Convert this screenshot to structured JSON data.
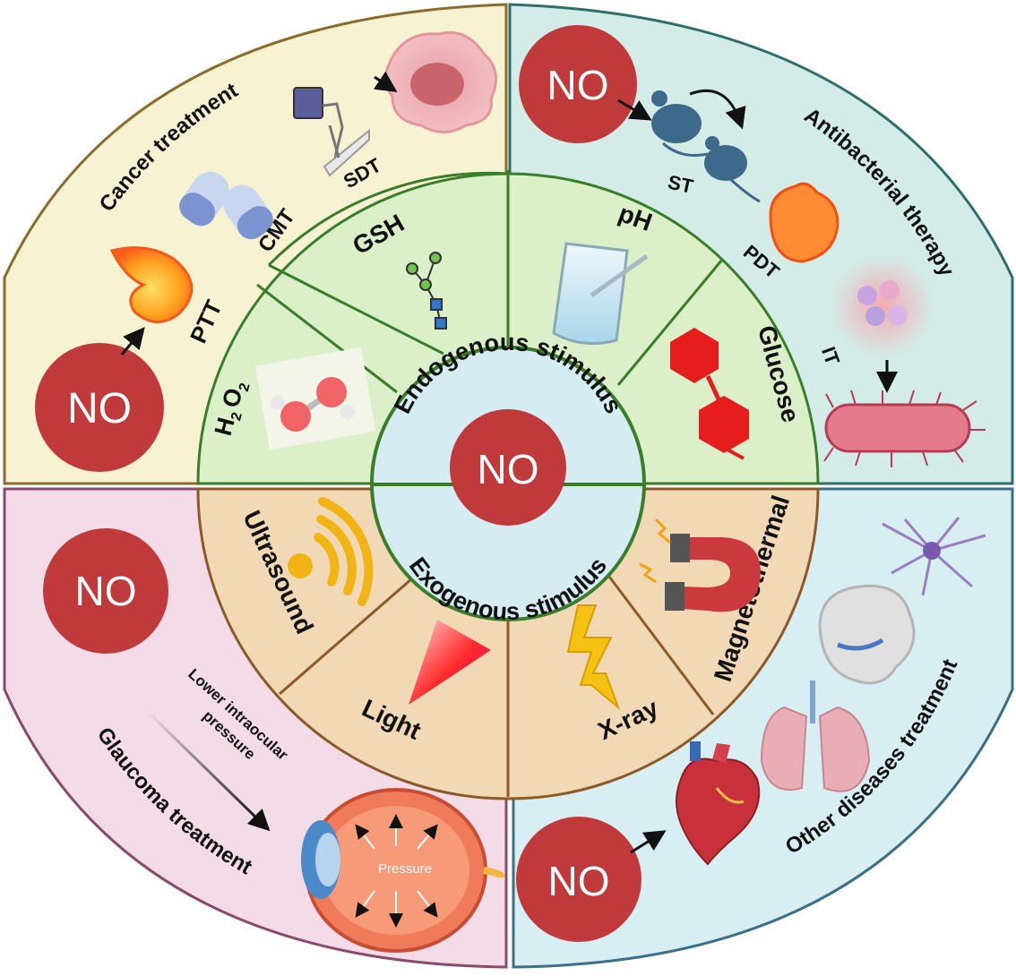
{
  "center": {
    "label": "NO"
  },
  "ring": {
    "endogenous": "Endogenous stimulus",
    "exogenous": "Exogenous stimulus"
  },
  "stimuli": {
    "h2o2": {
      "main": "H",
      "sub1": "2",
      "o": "O",
      "sub2": "2"
    },
    "gsh": "GSH",
    "ph": "pH",
    "glucose": "Glucose",
    "ultrasound": "Ultrasound",
    "light": "Light",
    "xray": "X-ray",
    "magnetothermal": "Magnetothermal"
  },
  "quadrants": {
    "cancer": {
      "title": "Cancer treatment",
      "no_label": "NO",
      "items": {
        "ptt": "PTT",
        "cmt": "CMT",
        "sdt": "SDT"
      }
    },
    "antibacterial": {
      "title": "Antibacterial therapy",
      "no_label": "NO",
      "items": {
        "st": "ST",
        "pdt": "PDT",
        "it": "IT"
      }
    },
    "glaucoma": {
      "title": "Glaucoma treatment",
      "no_label": "NO",
      "note_line1": "Lower intraocular",
      "note_line2": "pressure",
      "eye_label": "Pressure"
    },
    "other": {
      "title": "Other diseases treatment",
      "no_label": "NO"
    }
  },
  "colors": {
    "cancer_bg": "#f7f2d2",
    "cancer_border": "#8a6d2b",
    "antibacterial_bg": "#d3ece8",
    "antibacterial_border": "#2f6e6b",
    "glaucoma_bg": "#f3dbe7",
    "glaucoma_border": "#8a4a6a",
    "other_bg": "#d7eef3",
    "other_border": "#3b6f8a",
    "endo_ring": "#dbefc9",
    "exo_ring": "#f1d9b5",
    "ring_border": "#3a7d2a",
    "exo_border": "#8c5a28",
    "core_bg": "#d5ecf3",
    "no_red": "#c03a3c"
  }
}
